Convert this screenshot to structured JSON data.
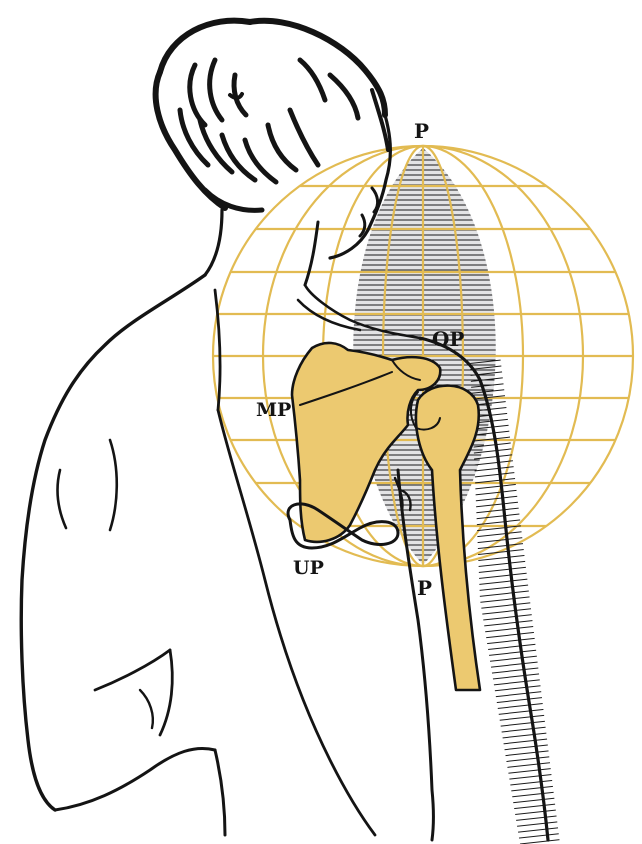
{
  "labels": {
    "pole_top": "P",
    "pole_bottom": "P",
    "op": "OP",
    "mp": "MP",
    "up": "UP"
  },
  "colors": {
    "globe_lines": "#e2bb52",
    "bone_fill": "#ecc970",
    "ink": "#141414",
    "background": "#ffffff"
  }
}
